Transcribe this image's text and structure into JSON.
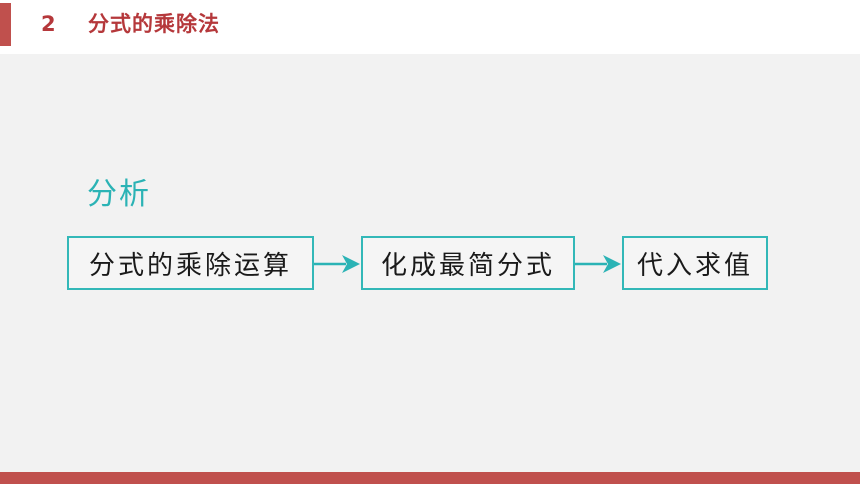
{
  "header": {
    "number": "2",
    "title": "分式的乘除法"
  },
  "main": {
    "label": "分析",
    "flow": [
      {
        "text": "分式的乘除运算"
      },
      {
        "text": "化成最简分式"
      },
      {
        "text": "代入求值"
      }
    ]
  },
  "colors": {
    "accent": "#c0504d",
    "title_red": "#b5383b",
    "teal": "#2bb3b5",
    "panel_bg": "#f2f2f2"
  }
}
